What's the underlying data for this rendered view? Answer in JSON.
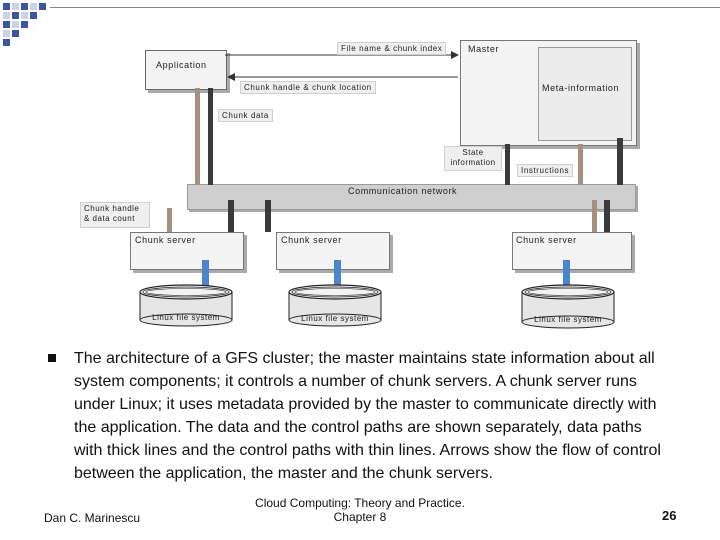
{
  "diagram": {
    "file_name_chunk_index": "File name & chunk index",
    "master": "Master",
    "application": "Application",
    "chunk_handle_location": "Chunk handle & chunk location",
    "meta_information": "Meta-information",
    "chunk_data": "Chunk data",
    "state_information_1": "State",
    "state_information_2": "information",
    "instructions": "Instructions",
    "communication_network": "Communication network",
    "chunk_handle_count_1": "Chunk handle",
    "chunk_handle_count_2": "& data count",
    "chunk_server_1": "Chunk server",
    "chunk_server_2": "Chunk server",
    "chunk_server_3": "Chunk server",
    "linux_fs_1": "Linux file system",
    "linux_fs_2": "Linux file system",
    "linux_fs_3": "Linux file system"
  },
  "caption": "The architecture of a GFS cluster; the master maintains state information about all system components; it controls a number of chunk servers. A chunk server runs under Linux; it uses metadata provided by the master to communicate directly with the application. The data and the control paths are shown separately, data paths with thick lines and the control paths with thin lines. Arrows show the flow of control between the application, the master and the chunk servers.",
  "footer": {
    "author": "Dan C. Marinescu",
    "book_line1": "Cloud Computing: Theory and Practice.",
    "book_line2": "Chapter 8",
    "page": "26"
  },
  "colors": {
    "deco_blue": "#3b55a6",
    "network_gray": "#cfcfcf",
    "dark_bar": "#3a3a3a",
    "brown_bar": "#a89080",
    "blue_bar": "#4a86d0"
  }
}
